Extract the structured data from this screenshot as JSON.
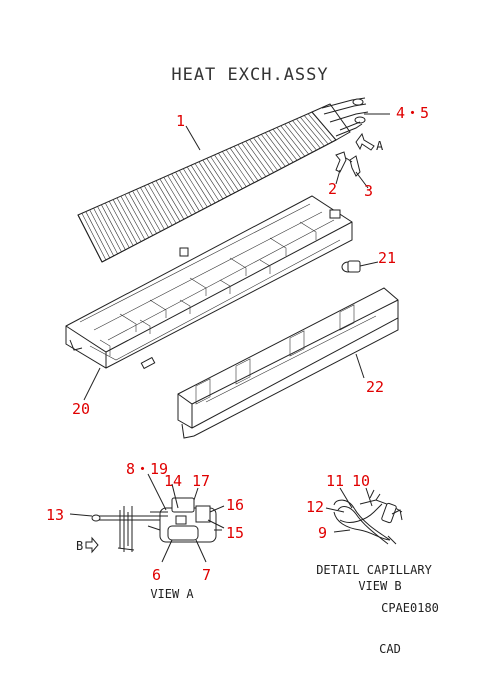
{
  "title": "HEAT EXCH.ASSY",
  "callouts": {
    "c1": "1",
    "c45": "4・5",
    "c2": "2",
    "c3": "3",
    "c21": "21",
    "c22": "22",
    "c20": "20",
    "c819": "8・19",
    "c14": "14",
    "c17": "17",
    "c16": "16",
    "c15": "15",
    "c13": "13",
    "c6": "6",
    "c7": "7",
    "c11": "11",
    "c10": "10",
    "c12": "12",
    "c9": "9"
  },
  "arrow_labels": {
    "a": "A",
    "b": "B"
  },
  "captions": {
    "view_a": "VIEW A",
    "detail_line1": "DETAIL CAPILLARY",
    "detail_line2": "VIEW B",
    "drawing_code": "CPAE0180",
    "cad": "CAD"
  },
  "colors": {
    "callout": "#e00000",
    "line": "#222222"
  }
}
